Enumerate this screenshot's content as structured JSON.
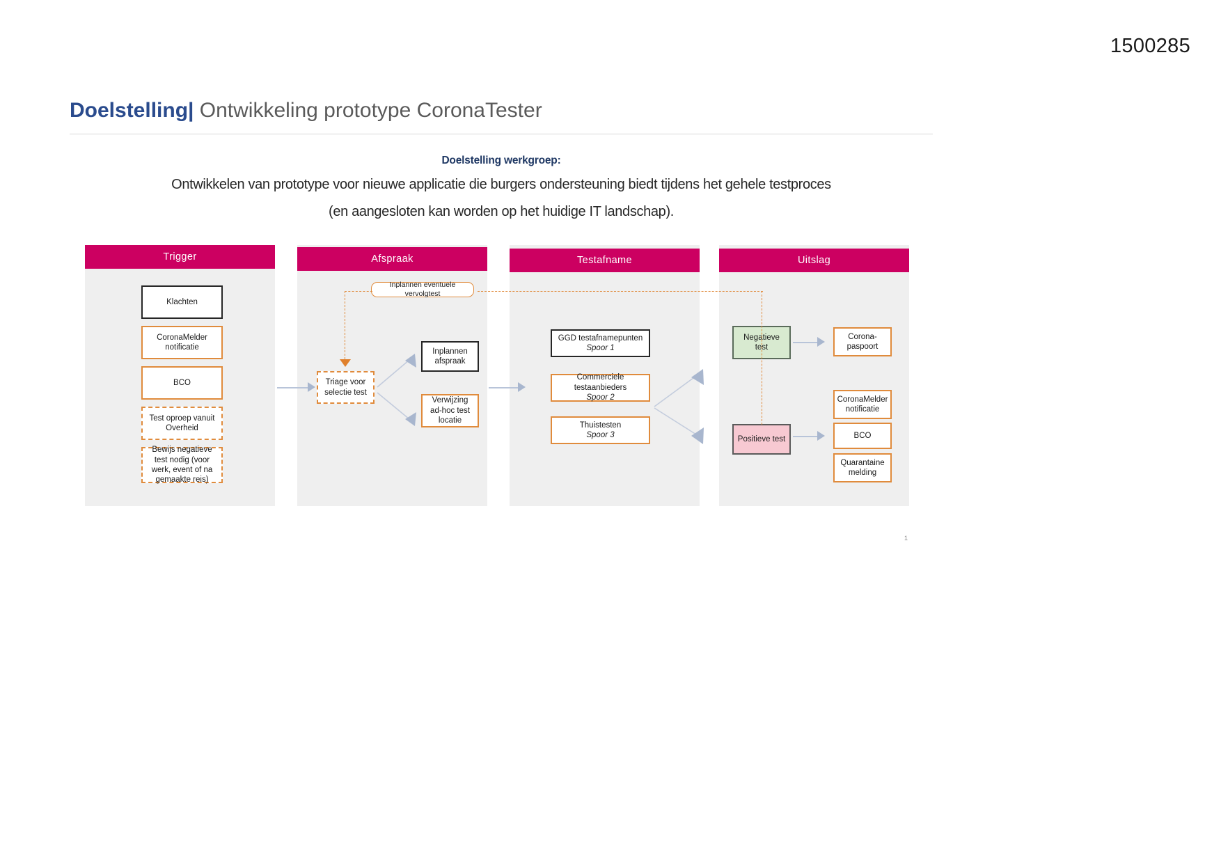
{
  "document": {
    "number": "1500285",
    "page_number": "1"
  },
  "title": {
    "bold": "Doelstelling",
    "separator": "|",
    "rest": "Ontwikkeling prototype CoronaTester"
  },
  "intro": {
    "heading": "Doelstelling werkgroep:",
    "line1": "Ontwikkelen van prototype voor nieuwe applicatie die burgers ondersteuning biedt tijdens het gehele testproces",
    "line2": "(en aangesloten kan worden op het huidige IT landschap)."
  },
  "colors": {
    "header_band": "#cc0061",
    "column_background": "#efefef",
    "orange_border": "#e08b3c",
    "black_border": "#262626",
    "green_fill": "#d8ead0",
    "pink_fill": "#f7c9d2",
    "arrow_blue": "#b8c4d9",
    "title_blue": "#2a4b8d",
    "intro_heading_blue": "#1f3864"
  },
  "diagram": {
    "columns": [
      {
        "id": "trigger",
        "header": "Trigger",
        "nodes": [
          {
            "label": "Klachten",
            "style": "solid-black"
          },
          {
            "label": "CoronaMelder notificatie",
            "style": "solid-orange"
          },
          {
            "label": "BCO",
            "style": "solid-orange"
          },
          {
            "label": "Test oproep vanuit Overheid",
            "style": "dashed-orange"
          },
          {
            "label": "Bewijs negatieve test nodig (voor werk, event of na gemaakte reis)",
            "style": "dashed-orange"
          }
        ]
      },
      {
        "id": "afspraak",
        "header": "Afspraak",
        "nodes": [
          {
            "label": "Inplannen eventuele vervolgtest",
            "style": "pill-orange"
          },
          {
            "label": "Triage voor selectie test",
            "style": "dashed-orange"
          },
          {
            "label": "Inplannen afspraak",
            "style": "solid-black"
          },
          {
            "label": "Verwijzing ad-hoc test locatie",
            "style": "solid-orange"
          }
        ]
      },
      {
        "id": "testafname",
        "header": "Testafname",
        "nodes": [
          {
            "label": "GGD testafnamepunten",
            "sub": "Spoor 1",
            "style": "solid-black"
          },
          {
            "label": "Commerciele testaanbieders",
            "sub": "Spoor 2",
            "style": "solid-orange"
          },
          {
            "label": "Thuistesten",
            "sub": "Spoor 3",
            "style": "solid-orange"
          }
        ]
      },
      {
        "id": "uitslag",
        "header": "Uitslag",
        "nodes": [
          {
            "label": "Negatieve test",
            "style": "fill-green"
          },
          {
            "label": "Positieve test",
            "style": "fill-pink"
          },
          {
            "label": "Corona-paspoort",
            "style": "solid-orange"
          },
          {
            "label": "CoronaMelder notificatie",
            "style": "solid-orange"
          },
          {
            "label": "BCO",
            "style": "solid-orange"
          },
          {
            "label": "Quarantaine melding",
            "style": "solid-orange"
          }
        ]
      }
    ]
  }
}
